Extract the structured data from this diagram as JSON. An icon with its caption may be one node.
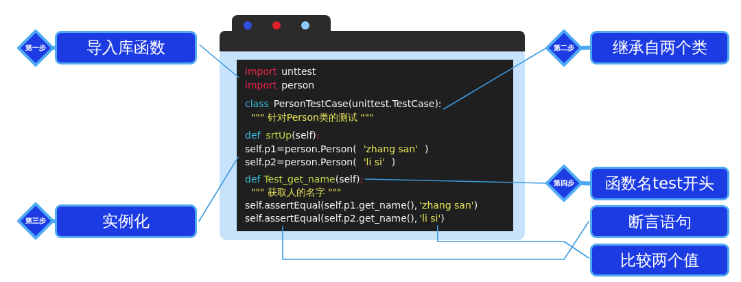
{
  "diagram": {
    "nodes": [
      {
        "text": [
          "第一步"
        ]
      },
      {
        "text": [
          "导入库函数"
        ]
      },
      {
        "text": [
          "第二步"
        ]
      },
      {
        "text": [
          "继承自两个类"
        ]
      },
      {
        "text": [
          "第三步"
        ]
      },
      {
        "text": [
          "实例化"
        ]
      },
      {
        "text": [
          "第四步"
        ]
      },
      {
        "text": [
          "函数名test开头"
        ]
      },
      {
        "text": [
          "断言语句"
        ]
      },
      {
        "text": [
          "比较两个值"
        ]
      },
      {
        "text": [],
        "shape": "box"
      },
      {
        "text": [
          "import",
          "unttest"
        ],
        "in": 10
      },
      {
        "text": [
          "import",
          "person"
        ],
        "in": 10
      },
      {
        "text": [
          "class",
          "PersonTestCase(unittest.TestCase):"
        ],
        "in": 10
      },
      {
        "text": [
          "\"\"\" 针对Person类的测试 \"\"\""
        ],
        "in": 10
      },
      {
        "text": [
          "def",
          "srtUp",
          "(self)",
          ":"
        ],
        "in": 10
      },
      {
        "text": [
          "self.p1=person.Person(",
          "'zhang san'",
          ")"
        ],
        "in": 10
      },
      {
        "text": [
          "self.p2=person.Person(",
          "'li si'",
          ")"
        ],
        "in": 10
      },
      {
        "text": [
          "def",
          "Test_get_name",
          "(self)",
          ":"
        ],
        "in": 10
      },
      {
        "text": [
          "\"\"\" 获取人的名字 \"\"\""
        ],
        "in": 10
      },
      {
        "text": [
          "self.assertEqual(self.p1.get_name(),",
          "'zhang san'",
          ")"
        ],
        "in": 10
      },
      {
        "text": [
          "self.assertEqual(self.p2.get_name(),",
          "'li si'",
          ")"
        ],
        "in": 10
      }
    ],
    "edges": [
      {
        "from": 0,
        "to": 1,
        "arrow": "none",
        "style": "thick"
      },
      {
        "from": 2,
        "to": 3,
        "arrow": "none",
        "style": "thick"
      },
      {
        "from": 4,
        "to": 5,
        "arrow": "none",
        "style": "thick"
      },
      {
        "from": 6,
        "to": 7,
        "arrow": "none",
        "style": "thick"
      },
      {
        "from": 1,
        "to": 11,
        "arrow": "none"
      },
      {
        "from": 2,
        "to": 13,
        "arrow": "none"
      },
      {
        "from": 5,
        "to": 17,
        "arrow": "none"
      },
      {
        "from": 6,
        "to": 18,
        "arrow": "none"
      },
      {
        "from": 8,
        "to": 21,
        "arrow": "none"
      },
      {
        "from": 9,
        "to": 21,
        "arrow": "none"
      }
    ]
  }
}
